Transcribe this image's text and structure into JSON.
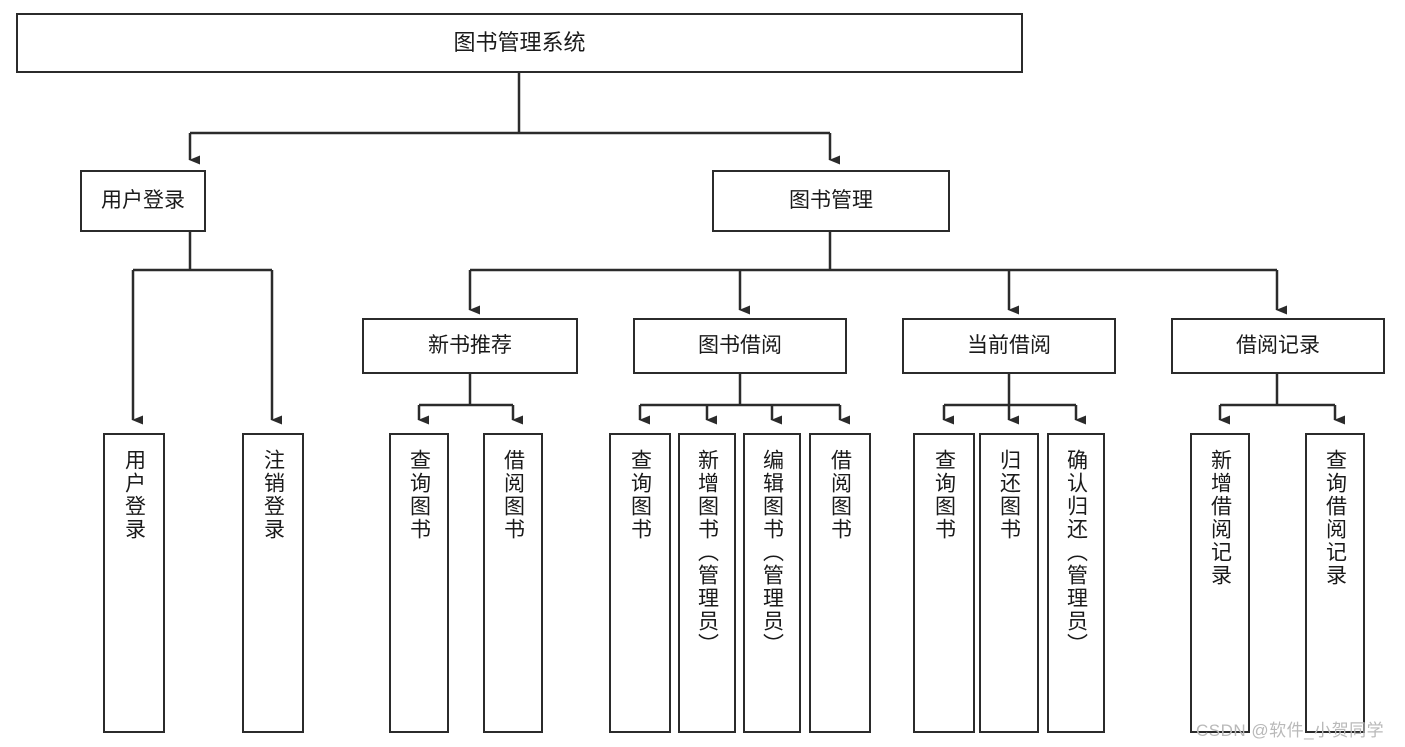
{
  "diagram": {
    "title": "图书管理系统",
    "type": "tree",
    "colors": {
      "stroke": "#2b2b2b",
      "fill": "#ffffff",
      "text": "#1a1a1a",
      "watermark": "#b9b9b9"
    },
    "levels": {
      "root": {
        "label": "图书管理系统"
      },
      "level2": [
        {
          "id": "user-login",
          "label": "用户登录"
        },
        {
          "id": "book-management",
          "label": "图书管理"
        }
      ],
      "level3": [
        {
          "id": "new-book-recommend",
          "label": "新书推荐"
        },
        {
          "id": "book-borrow",
          "label": "图书借阅"
        },
        {
          "id": "current-borrow",
          "label": "当前借阅"
        },
        {
          "id": "borrow-record",
          "label": "借阅记录"
        }
      ],
      "leaves": [
        {
          "id": "leaf-user-login",
          "label": "用户登录",
          "parent": "user-login"
        },
        {
          "id": "leaf-logout-login",
          "label": "注销登录",
          "parent": "user-login"
        },
        {
          "id": "leaf-query-book-1",
          "label": "查询图书",
          "parent": "new-book-recommend"
        },
        {
          "id": "leaf-borrow-book-1",
          "label": "借阅图书",
          "parent": "new-book-recommend"
        },
        {
          "id": "leaf-query-book-2",
          "label": "查询图书",
          "parent": "book-borrow"
        },
        {
          "id": "leaf-add-book",
          "label": "新增图书（管理员）",
          "parent": "book-borrow"
        },
        {
          "id": "leaf-edit-book",
          "label": "编辑图书（管理员）",
          "parent": "book-borrow"
        },
        {
          "id": "leaf-borrow-book-2",
          "label": "借阅图书",
          "parent": "book-borrow"
        },
        {
          "id": "leaf-query-book-3",
          "label": "查询图书",
          "parent": "current-borrow"
        },
        {
          "id": "leaf-return-book",
          "label": "归还图书",
          "parent": "current-borrow"
        },
        {
          "id": "leaf-confirm-return",
          "label": "确认归还（管理员）",
          "parent": "current-borrow"
        },
        {
          "id": "leaf-add-record",
          "label": "新增借阅记录",
          "parent": "borrow-record"
        },
        {
          "id": "leaf-query-record",
          "label": "查询借阅记录",
          "parent": "borrow-record"
        }
      ]
    },
    "watermark": "CSDN @软件_小贺同学"
  }
}
